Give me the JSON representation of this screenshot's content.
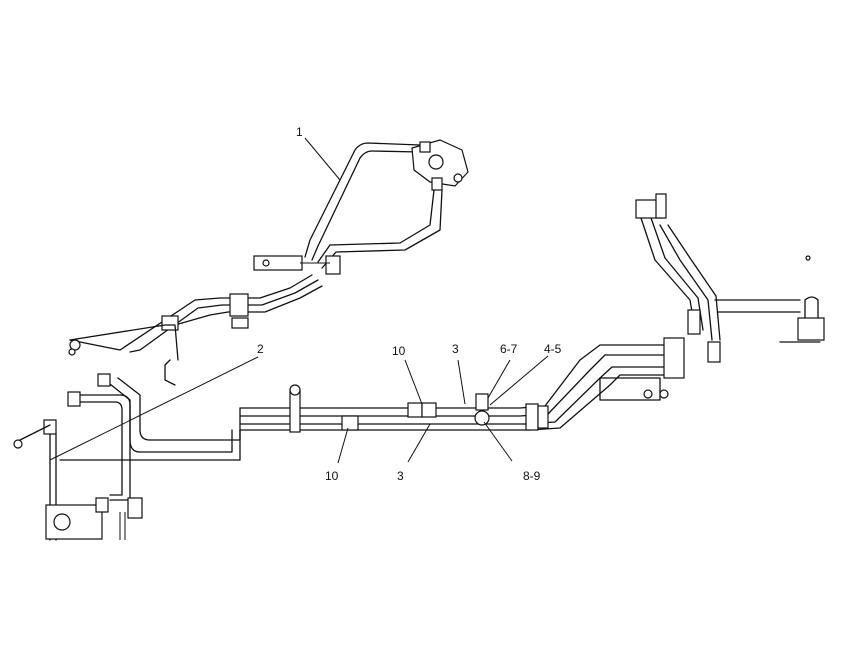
{
  "callouts": {
    "c1": "1",
    "c2": "2",
    "c3_top": "3",
    "c3_bottom": "3",
    "c67": "6-7",
    "c45": "4-5",
    "c89": "8-9",
    "c10_top": "10",
    "c10_bottom": "10"
  }
}
